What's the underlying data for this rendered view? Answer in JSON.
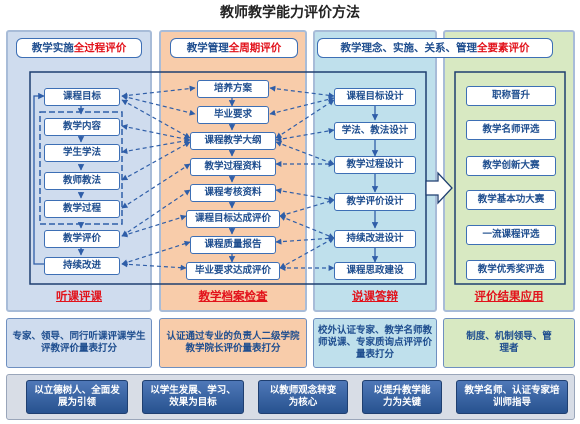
{
  "title": "教师教学能力评价方法",
  "panels": {
    "p1": {
      "header_pre": "教学实施",
      "header_red": "全过程评价",
      "footer": "听课评课",
      "bottom": "专家、领导、同行听课评课学生评教评价量表打分"
    },
    "p2": {
      "header_pre": "教学管理",
      "header_red": "全周期评价",
      "footer": "教学档案检查",
      "bottom": "认证通过专业的负责人二级学院教学院长评价量表打分"
    },
    "p3": {
      "header_pre": "教学理念、实施、关系、管理",
      "header_red": "全要素评价",
      "footer": "说课答辩",
      "bottom": "校外认证专家、教学名师教师说课、专家质询点评评价量表打分"
    },
    "p4": {
      "footer": "评价结果应用",
      "bottom": "制度、机制领导、管理者"
    }
  },
  "col1": [
    "课程目标",
    "教学内容",
    "学生学法",
    "教师教法",
    "教学过程",
    "教学评价",
    "持续改进"
  ],
  "col2": [
    "培养方案",
    "毕业要求",
    "课程教学大纲",
    "教学过程资料",
    "课程考核资料",
    "课程目标达成评价",
    "课程质量报告",
    "毕业要求达成评价"
  ],
  "col3": [
    "课程目标设计",
    "学法、教法设计",
    "教学过程设计",
    "教学评价设计",
    "持续改进设计",
    "课程思政建设"
  ],
  "col4": [
    "职称晋升",
    "教学名师评选",
    "教学创新大赛",
    "教学基本功大赛",
    "一流课程评选",
    "教学优秀奖评选"
  ],
  "strip": [
    "以立德树人、全面发展为引领",
    "以学生发展、学习、效果为目标",
    "以教师观念转变为核心",
    "以提升教学能力为关键",
    "教学名师、认证专家培训师指导"
  ],
  "colors": {
    "border": "#3d6fb5",
    "text": "#1f4e8f",
    "accent": "#e2121b",
    "arrow": "#2f5ea8"
  }
}
